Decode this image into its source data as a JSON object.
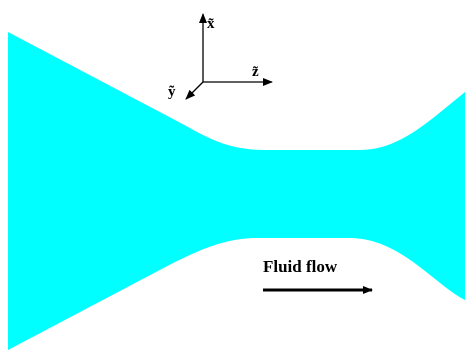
{
  "diagram": {
    "fluid_color": "#00ffff",
    "line_color": "#000000",
    "axes": {
      "x_label": "x̃",
      "y_label": "ỹ",
      "z_label": "z̃"
    },
    "flow_label": "Fluid flow",
    "flow_arrow_icon": "arrow-right-icon"
  }
}
